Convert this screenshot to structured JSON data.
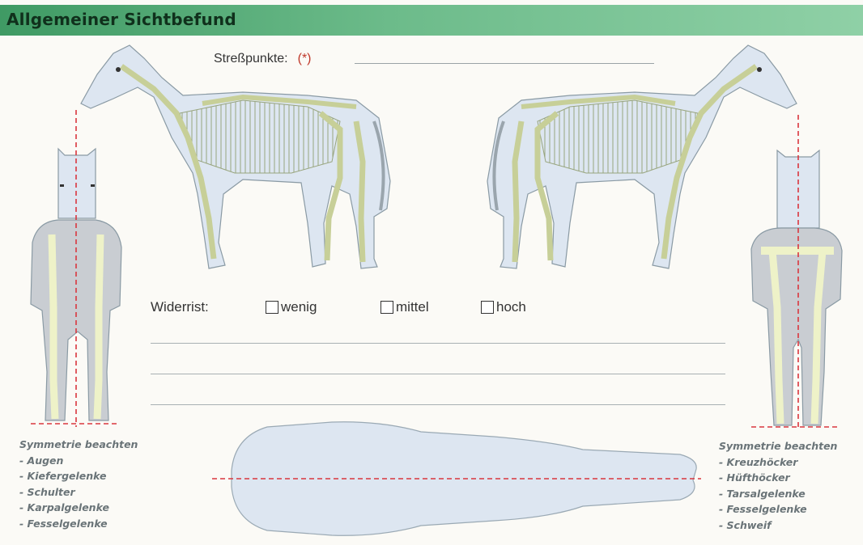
{
  "header": {
    "title": "Allgemeiner Sichtbefund"
  },
  "stress": {
    "label": "Streßpunkte:",
    "mark": "(*)"
  },
  "withers": {
    "label": "Widerrist:",
    "options": [
      "wenig",
      "mittel",
      "hoch"
    ]
  },
  "left_notes": {
    "title": "Symmetrie beachten",
    "items": [
      "- Augen",
      "- Kiefergelenke",
      "- Schulter",
      "- Karpalgelenke",
      "- Fesselgelenke"
    ]
  },
  "right_notes": {
    "title": "Symmetrie beachten",
    "items": [
      "- Kreuzhöcker",
      "- Hüfthöcker",
      "- Tarsalgelenke",
      "- Fesselgelenke",
      "- Schweif"
    ]
  },
  "colors": {
    "header": "#5aae7a",
    "body_fill": "#dde6f1",
    "leg_fill": "#cfd5da",
    "bone": "#eef2c8",
    "guide": "#d9363e"
  }
}
